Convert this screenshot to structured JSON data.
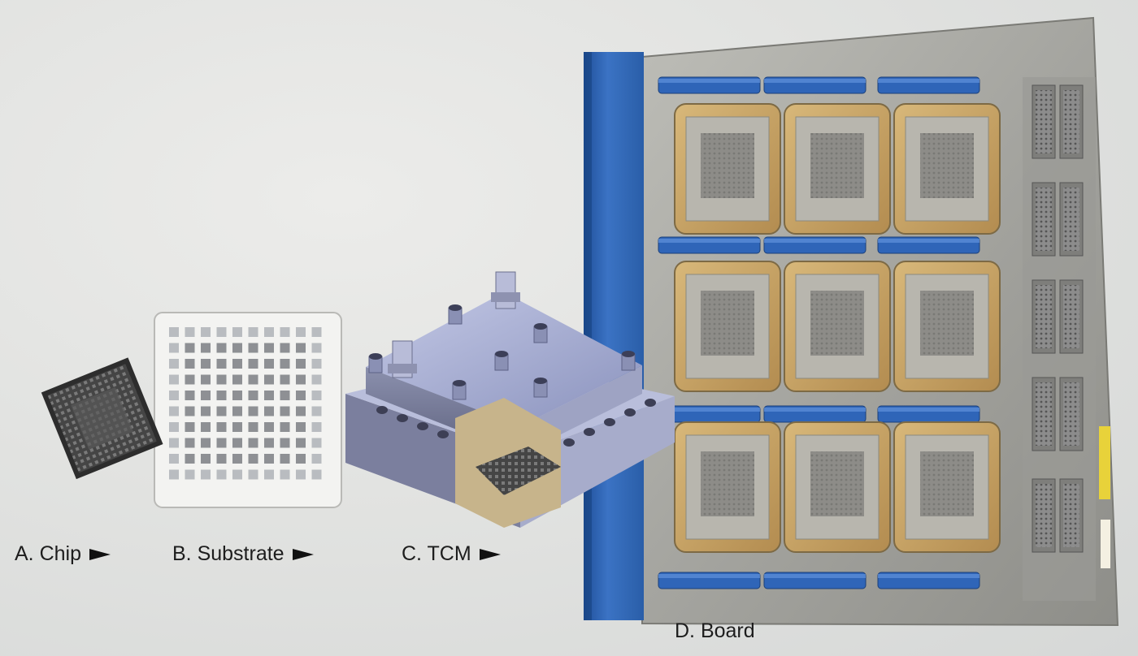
{
  "captions": {
    "chip": "A. Chip",
    "substrate": "B. Substrate",
    "tcm": "C. TCM",
    "board": "D. Board"
  },
  "colors": {
    "background": "#e2e3e1",
    "board_metal": "#a9a9a4",
    "board_blue": "#2f65b8",
    "module_gold": "#c9a468",
    "tcm_metal": "#9fa6c8",
    "substrate_white": "#f2f2f0",
    "chip_dark": "#3c3c3c"
  },
  "icons": {
    "arrow": "right-pointing-triangle-arrow"
  }
}
